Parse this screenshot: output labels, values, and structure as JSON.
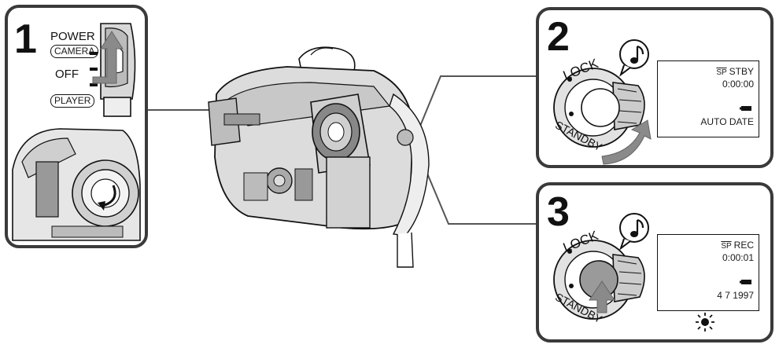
{
  "step1": {
    "number": "1",
    "power_label": "POWER",
    "camera_label": "CAMERA",
    "off_label": "OFF",
    "player_label": "PLAYER"
  },
  "step2": {
    "number": "2",
    "lock_label": "LOCK",
    "standby_label": "STANDBY",
    "screen": {
      "sp": "SP",
      "mode": "STBY",
      "time": "0:00:00",
      "info": "AUTO DATE"
    }
  },
  "step3": {
    "number": "3",
    "lock_label": "LOCK",
    "standby_label": "STANDBY",
    "screen": {
      "sp": "SP",
      "mode": "REC",
      "time": "0:00:01",
      "info": "4 7 1997"
    }
  },
  "icons": [
    "beep-note-icon",
    "battery-icon",
    "tally-lamp-icon",
    "rotate-arrow-icon",
    "press-arrow-icon"
  ],
  "colors": {
    "border": "#3a3a3a",
    "arrow": "#8a8a8a",
    "line": "#555555"
  }
}
